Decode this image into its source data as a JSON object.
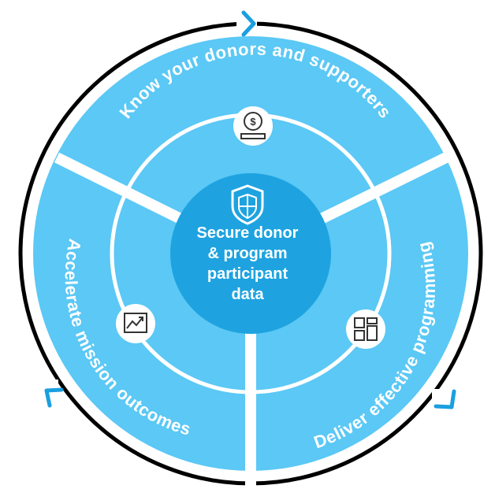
{
  "center": {
    "lines": [
      "Secure donor",
      "& program",
      "participant",
      "data"
    ],
    "icon": "shield-icon"
  },
  "segments": [
    {
      "label": "Know your donors and supporters",
      "icon": "donation-hand-icon"
    },
    {
      "label": "Deliver effective programming",
      "icon": "grid-dashboard-icon"
    },
    {
      "label": "Accelerate mission outcomes",
      "icon": "trend-chart-icon"
    }
  ],
  "colors": {
    "segment_fill": "#5bc8f5",
    "center_fill": "#1ea3e0",
    "arrow": "#1a9fe0",
    "ring": "#000000",
    "divider": "#ffffff"
  }
}
